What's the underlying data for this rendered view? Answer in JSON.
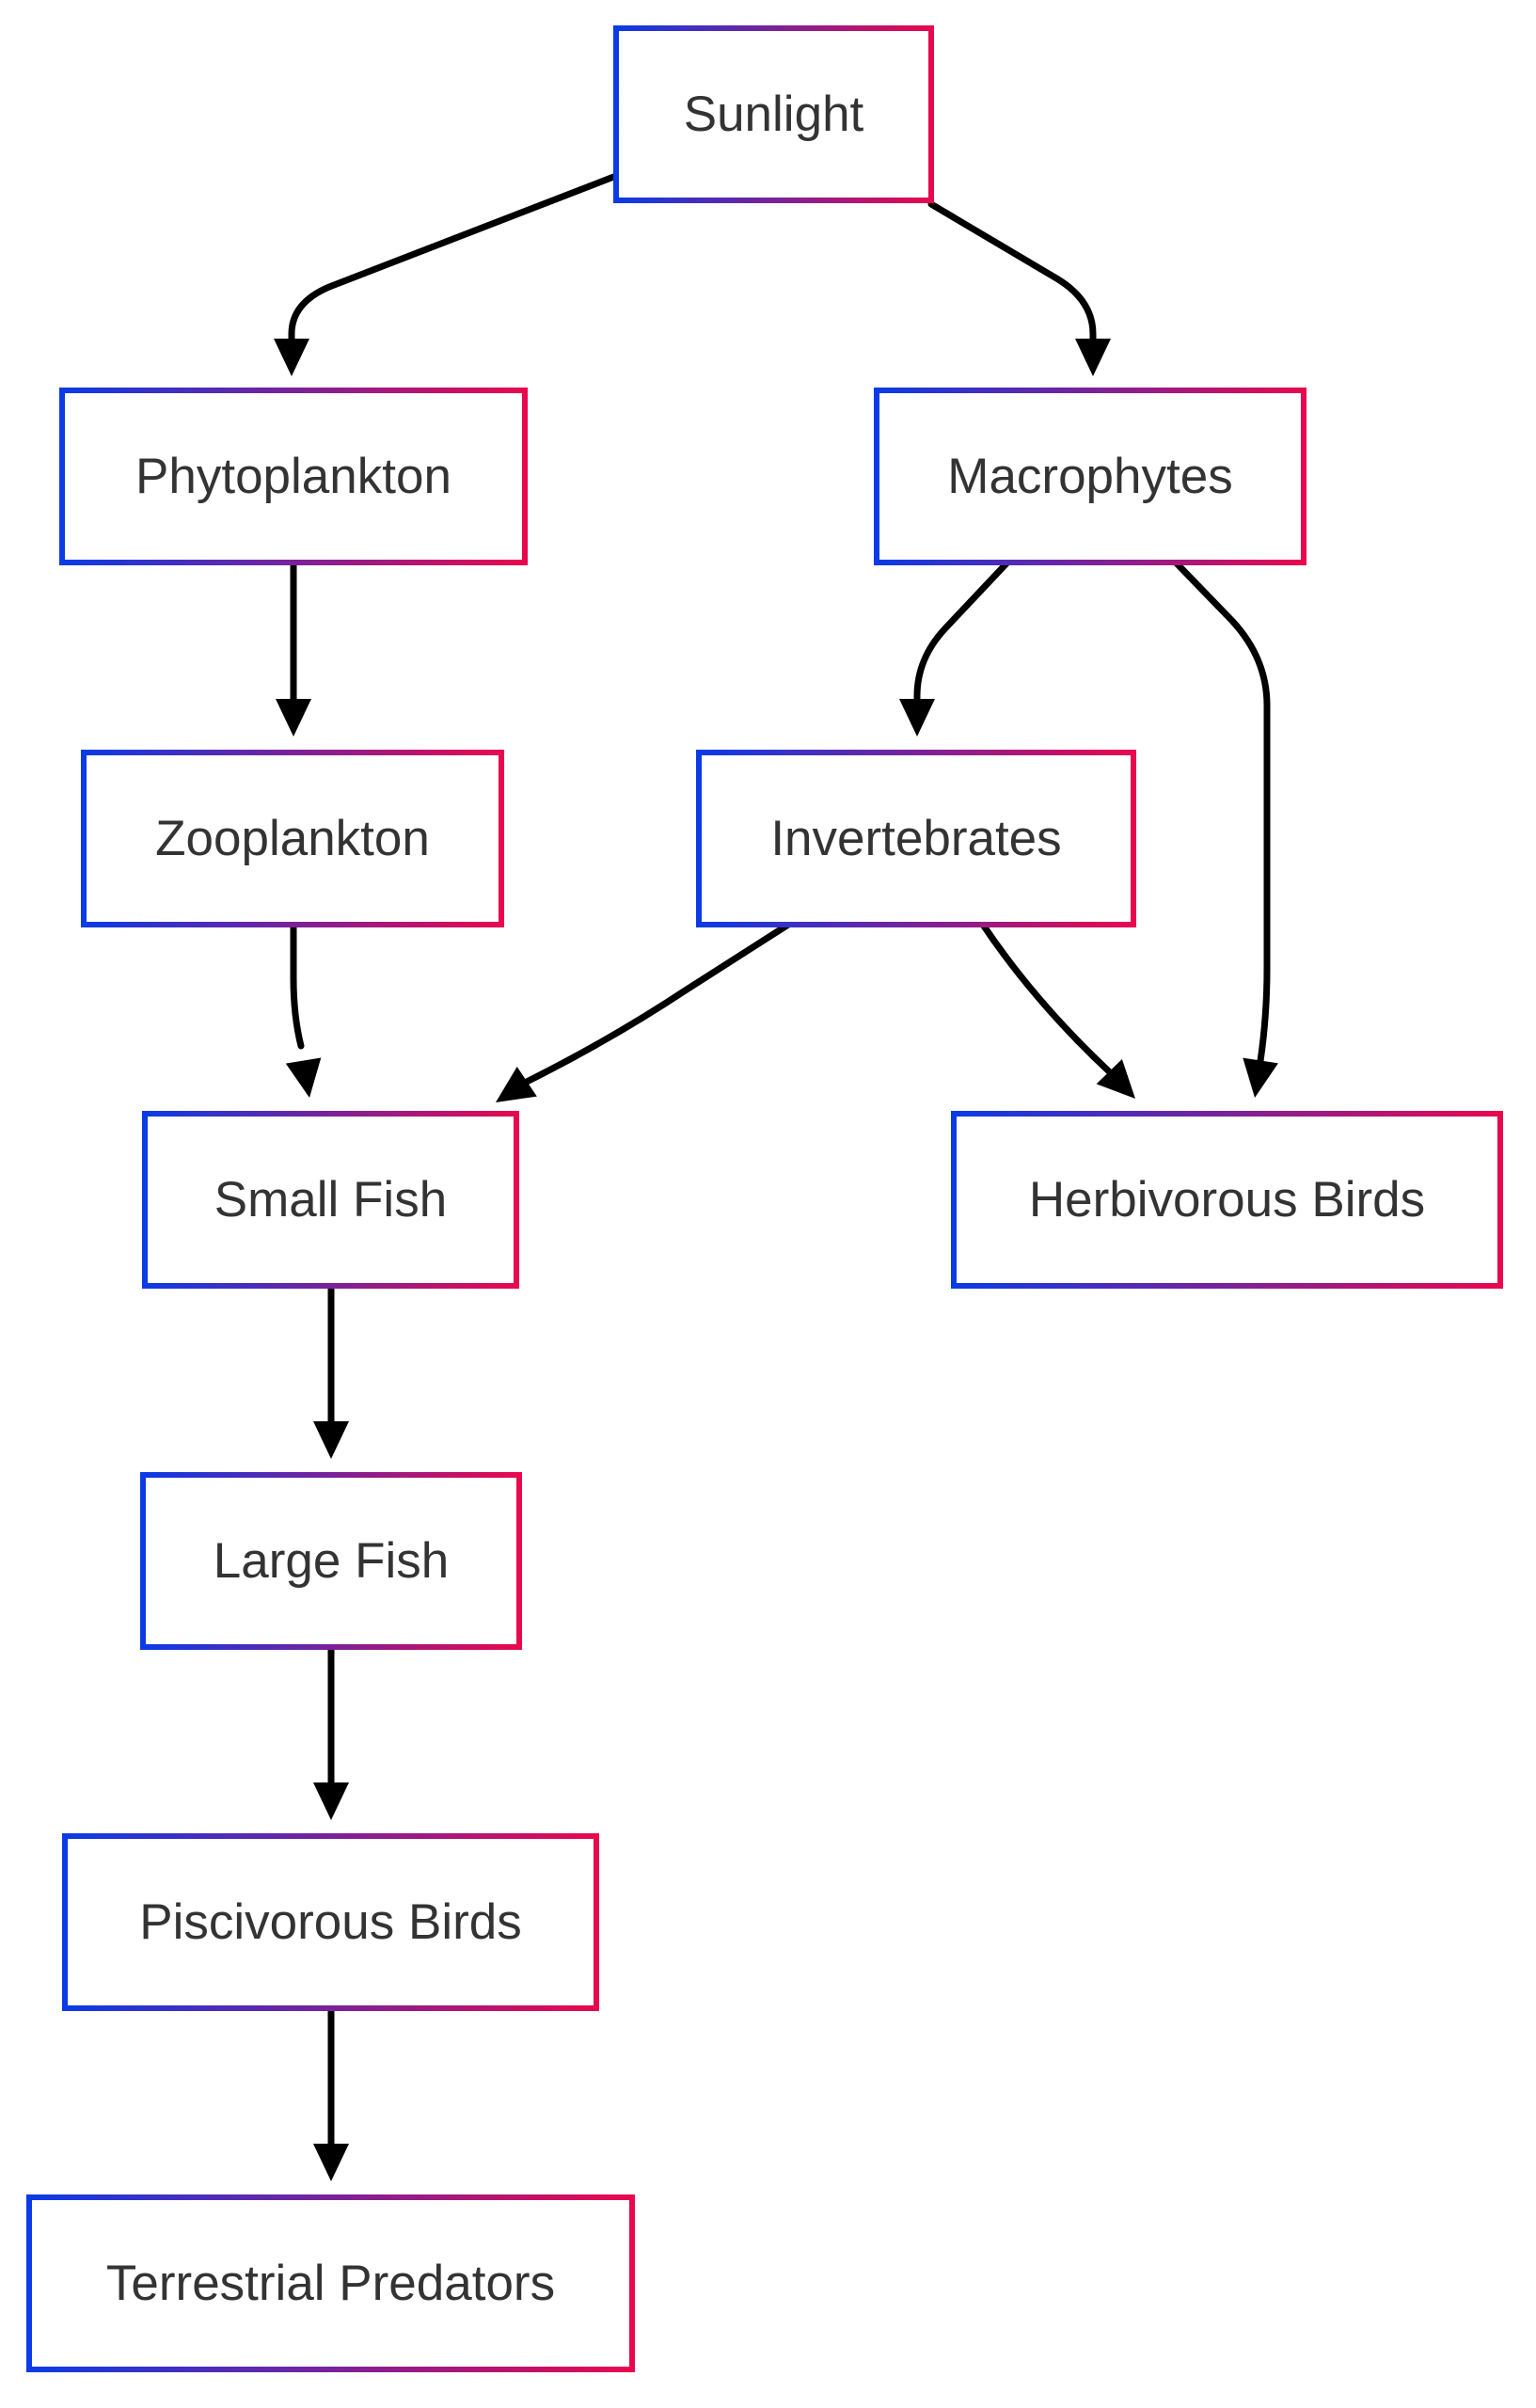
{
  "diagram": {
    "type": "flowchart",
    "node_border_gradient": [
      "#0b3be6",
      "#e8084e"
    ],
    "edge_color": "#000000",
    "nodes": [
      {
        "id": "sunlight",
        "label": "Sunlight"
      },
      {
        "id": "phytoplankton",
        "label": "Phytoplankton"
      },
      {
        "id": "macrophytes",
        "label": "Macrophytes"
      },
      {
        "id": "zooplankton",
        "label": "Zooplankton"
      },
      {
        "id": "invertebrates",
        "label": "Invertebrates"
      },
      {
        "id": "small-fish",
        "label": "Small Fish"
      },
      {
        "id": "herbivorous-birds",
        "label": "Herbivorous Birds"
      },
      {
        "id": "large-fish",
        "label": "Large Fish"
      },
      {
        "id": "piscivorous-birds",
        "label": "Piscivorous Birds"
      },
      {
        "id": "terrestrial-predators",
        "label": "Terrestrial Predators"
      }
    ],
    "edges": [
      {
        "from": "sunlight",
        "to": "phytoplankton"
      },
      {
        "from": "sunlight",
        "to": "macrophytes"
      },
      {
        "from": "phytoplankton",
        "to": "zooplankton"
      },
      {
        "from": "macrophytes",
        "to": "invertebrates"
      },
      {
        "from": "macrophytes",
        "to": "herbivorous-birds"
      },
      {
        "from": "zooplankton",
        "to": "small-fish"
      },
      {
        "from": "invertebrates",
        "to": "small-fish"
      },
      {
        "from": "invertebrates",
        "to": "herbivorous-birds"
      },
      {
        "from": "small-fish",
        "to": "large-fish"
      },
      {
        "from": "large-fish",
        "to": "piscivorous-birds"
      },
      {
        "from": "piscivorous-birds",
        "to": "terrestrial-predators"
      }
    ]
  }
}
